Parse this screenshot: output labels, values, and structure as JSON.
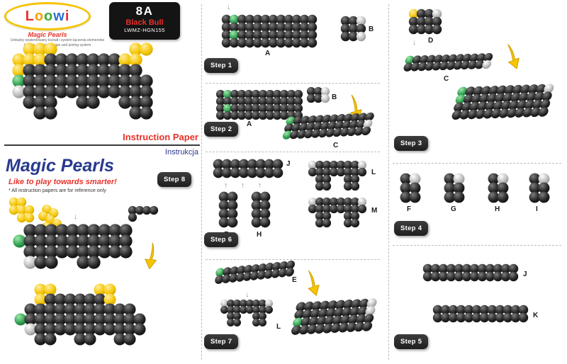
{
  "header": {
    "logo_text": "Loowi",
    "logo_letter_colors": [
      "#e8312a",
      "#f59f00",
      "#3aaa35",
      "#2b6fd0",
      "#e8312a"
    ],
    "logo_subtitle": "Magic Pearls",
    "tagline_pl": "Unikalny opatentowany kształt i system łączenia elementów",
    "tagline_en": "Unique patented shape and joining system",
    "product_code": "8A",
    "product_name": "Black Bull",
    "product_sku": "LWMZ-HGN155"
  },
  "titles": {
    "instruction_en": "Instruction Paper",
    "instruction_pl": "Instrukcja",
    "brand": "Magic Pearls",
    "slogan": "Like to play towards smarter!",
    "note": "* All instruction papers are for reference only"
  },
  "steps": {
    "s1": {
      "badge": "Step 1",
      "label_A": "A",
      "label_B": "B"
    },
    "s2": {
      "badge": "Step 2",
      "label_A": "A",
      "label_B": "B",
      "label_C": "C"
    },
    "s3": {
      "badge": "Step 3",
      "label_D": "D",
      "label_C": "C"
    },
    "s4": {
      "badge": "Step 4",
      "label_F": "F",
      "label_G": "G",
      "label_H": "H",
      "label_I": "I"
    },
    "s5": {
      "badge": "Step 5",
      "label_J": "J",
      "label_K": "K"
    },
    "s6": {
      "badge": "Step 6",
      "label_J": "J",
      "label_F": "F",
      "label_H": "H",
      "label_L": "L",
      "label_M": "M"
    },
    "s7": {
      "badge": "Step 7",
      "label_E": "E",
      "label_L": "L"
    },
    "s8": {
      "badge": "Step 8"
    }
  },
  "colors": {
    "accent_red": "#e8312a",
    "brand_blue": "#2b3990",
    "loowi_yellow": "#f5c400",
    "bead_black": "#1a1a1a",
    "bead_green": "#2e9e4e",
    "bead_silver": "#b5b5b5",
    "bead_yellow": "#f2c200",
    "badge_dark": "#2f2f2f"
  },
  "bead_grids": {
    "bull_main": {
      "size": 15,
      "rows": [
        "  yyy       yy  ",
        " yyybbbbbbbyy   ",
        " ybbbbbbbbbbb   ",
        " gbbbbbbbbbbbb  ",
        " sbbbbbbbbbbbb  ",
        "  bbb  bb  bbb  ",
        "   bb       bb  "
      ]
    },
    "s8_horn": {
      "size": 11,
      "rows": [
        "yy ",
        "yyy",
        " yy"
      ]
    },
    "s8_chain": {
      "size": 10,
      "rows": [
        "bbbb",
        "b   "
      ]
    },
    "s8_body": {
      "size": 15,
      "rows": [
        " bbbbbbbbbb",
        "gbbbbbbbbbb",
        " bbbbbbbbbb",
        " sbb  bb   "
      ]
    },
    "bull_final": {
      "size": 14,
      "rows": [
        "  yy    yy    ",
        "  ybbbbbby    ",
        " bbbbbbbbbbb  ",
        "gbbbbbbbbbbbb ",
        " sbbbbbbbbbbb ",
        "  bb  bb  bb  "
      ]
    },
    "s1_A": {
      "size": 11,
      "rows": [
        "bgbbbbbbbbbb",
        "bbbbbbbbbbbb",
        "bgbbbbbbbbbb",
        "bbbbbbbbbbbb"
      ]
    },
    "s1_B": {
      "size": 11,
      "rows": [
        "bbs",
        "bbb",
        "bbs"
      ]
    },
    "s2_B": {
      "size": 10,
      "rows": [
        "bbs",
        "bbs"
      ]
    },
    "s2_C": {
      "size": 10,
      "rows": [
        "gbbbbbbbbbbb",
        "bbbbbbbbbbbs",
        "gbbbbbbbbbbb"
      ]
    },
    "s6_J": {
      "size": 12,
      "rows": [
        "bbbbbbbb",
        "bbbbbbbb"
      ]
    },
    "s6_F": {
      "size": 12,
      "rows": [
        "bb",
        "bb",
        "bb",
        "bb"
      ]
    },
    "s6_L": {
      "size": 10,
      "rows": [
        "sbbbbbbs",
        "bbbbbbbb",
        " bb  bb ",
        " bb  bb "
      ]
    },
    "s7_E": {
      "size": 10,
      "rows": [
        "gbbbbbbbbbb",
        "bbbbbbbbbbb"
      ]
    },
    "s7_result": {
      "size": 11,
      "rows": [
        "bbbbbbbbbs",
        "bbbbbbbbbs",
        "gbbbbbbbbb",
        "bbbbbbbbbb"
      ]
    },
    "s3_D": {
      "size": 11,
      "rows": [
        "ybbs",
        "bbbb",
        "bbbb"
      ]
    },
    "s3_C": {
      "size": 10,
      "rows": [
        "gbbbbbbbbbbb",
        "bbbbbbbbbbbs"
      ]
    },
    "s3_result": {
      "size": 11,
      "rows": [
        "gbbbbbbbbbbs",
        "gbbbbbbbbbbb",
        "bbbbbbbbbbbb",
        "bbbbbbbbbbbb"
      ]
    },
    "s4_piece": {
      "size": 13,
      "rows": [
        "bs",
        "bb",
        "bb"
      ]
    },
    "s5_strip": {
      "size": 11,
      "rows": [
        "bbbbbbbbbbbb",
        "bbbbbbbbbbbb"
      ]
    }
  }
}
